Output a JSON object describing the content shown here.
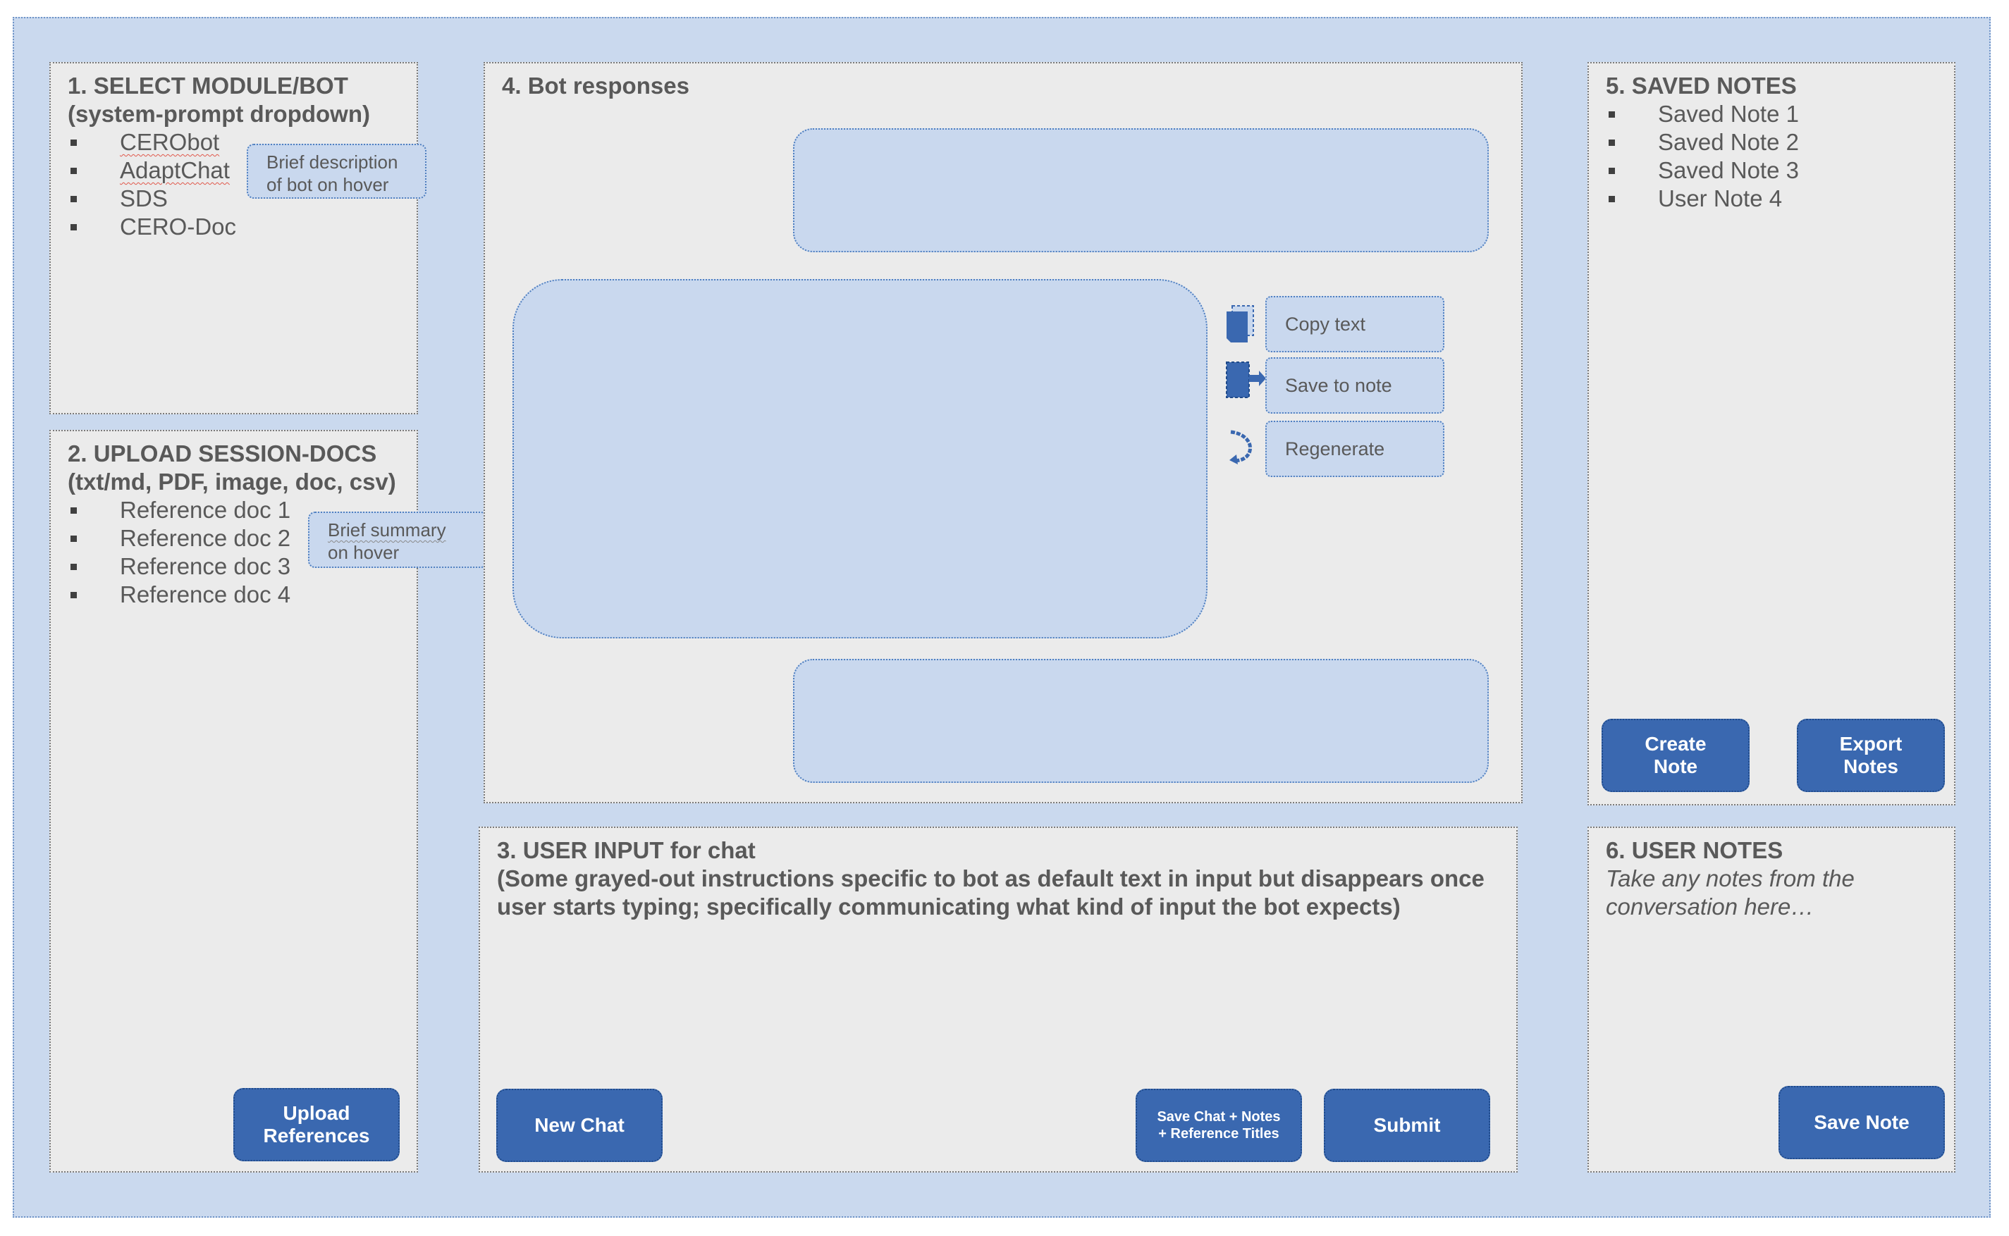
{
  "panel1": {
    "title_line1": "1. SELECT MODULE/BOT",
    "title_line2": "(system-prompt dropdown)",
    "bots": [
      "CERObot",
      "AdaptChat",
      "SDS",
      "CERO-Doc"
    ],
    "tooltip_line1": "Brief description",
    "tooltip_line2": "of bot on hover"
  },
  "panel2": {
    "title_line1": "2. UPLOAD SESSION-DOCS",
    "title_line2": "(txt/md, PDF, image, doc, csv)",
    "docs": [
      "Reference doc 1",
      "Reference doc 2",
      "Reference doc 3",
      "Reference doc 4"
    ],
    "tooltip_line1": "Brief summary",
    "tooltip_line2": "on hover",
    "upload_line1": "Upload",
    "upload_line2": "References"
  },
  "panel3": {
    "title": "3. USER INPUT for chat",
    "instr_line1": "(Some grayed-out instructions specific to bot as default text in input but disappears once",
    "instr_line2": "user starts typing; specifically communicating what kind of input the bot expects)",
    "new_chat": "New Chat",
    "save_line1": "Save Chat + Notes",
    "save_line2": "+ Reference Titles",
    "submit": "Submit"
  },
  "panel4": {
    "title": "4. Bot responses",
    "actions": {
      "copy": "Copy text",
      "save": "Save to note",
      "regen": "Regenerate"
    }
  },
  "panel5": {
    "title": "5. SAVED NOTES",
    "notes": [
      "Saved Note 1",
      "Saved Note 2",
      "Saved Note 3",
      "User Note 4"
    ],
    "create_line1": "Create",
    "create_line2": "Note",
    "export_line1": "Export",
    "export_line2": "Notes"
  },
  "panel6": {
    "title": "6. USER NOTES",
    "placeholder_line1": "Take any notes from the",
    "placeholder_line2": "conversation here…",
    "save_note": "Save Note"
  },
  "colors": {
    "frame": "#cad9ee",
    "panel": "#ebebeb",
    "button": "#3a68b0",
    "bubble": "#c9d8ee",
    "text": "#595959"
  }
}
